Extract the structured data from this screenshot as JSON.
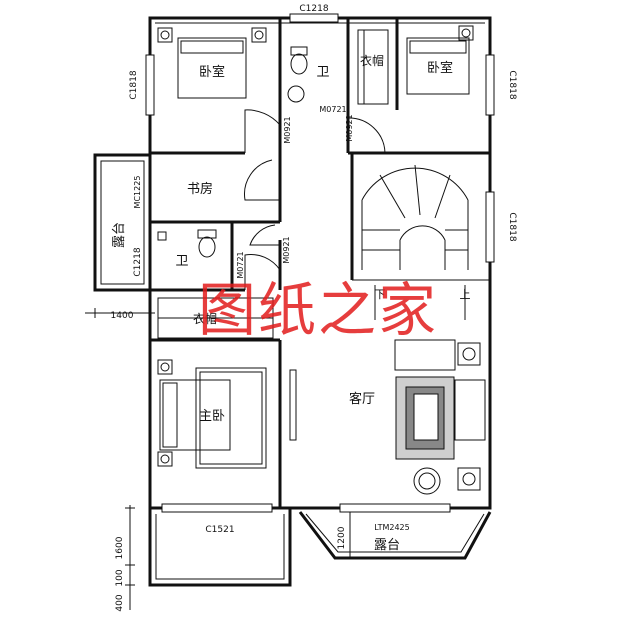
{
  "rooms": {
    "bedroom_tl": "卧室",
    "bath_top": "卫",
    "closet_top": "衣帽",
    "bedroom_tr": "卧室",
    "study": "书房",
    "terrace_left": "露台",
    "bath_mid": "卫",
    "closet_mid": "衣帽",
    "master": "主卧",
    "living": "客厅",
    "terrace_bottom": "露台"
  },
  "stairs": {
    "down": "下",
    "up": "上"
  },
  "windows": {
    "top": "C1218",
    "left_upper": "C1818",
    "right_upper": "C1818",
    "right_mid": "C1818",
    "left_terrace": "C1218",
    "bottom": "C1521"
  },
  "doors": {
    "m0721_top": "M0721",
    "m0921_a": "M0921",
    "m0921_b": "M0921",
    "mc1225": "MC1225",
    "m0721_mid": "M0721",
    "m0921_mid": "M0921",
    "ltm2425": "LTM2425"
  },
  "dimensions": {
    "left_1400": "1400",
    "right_1200": "1200",
    "bottom_1600": "1600",
    "bottom_100": "100",
    "bottom_400": "400"
  },
  "watermark": "图纸之家"
}
